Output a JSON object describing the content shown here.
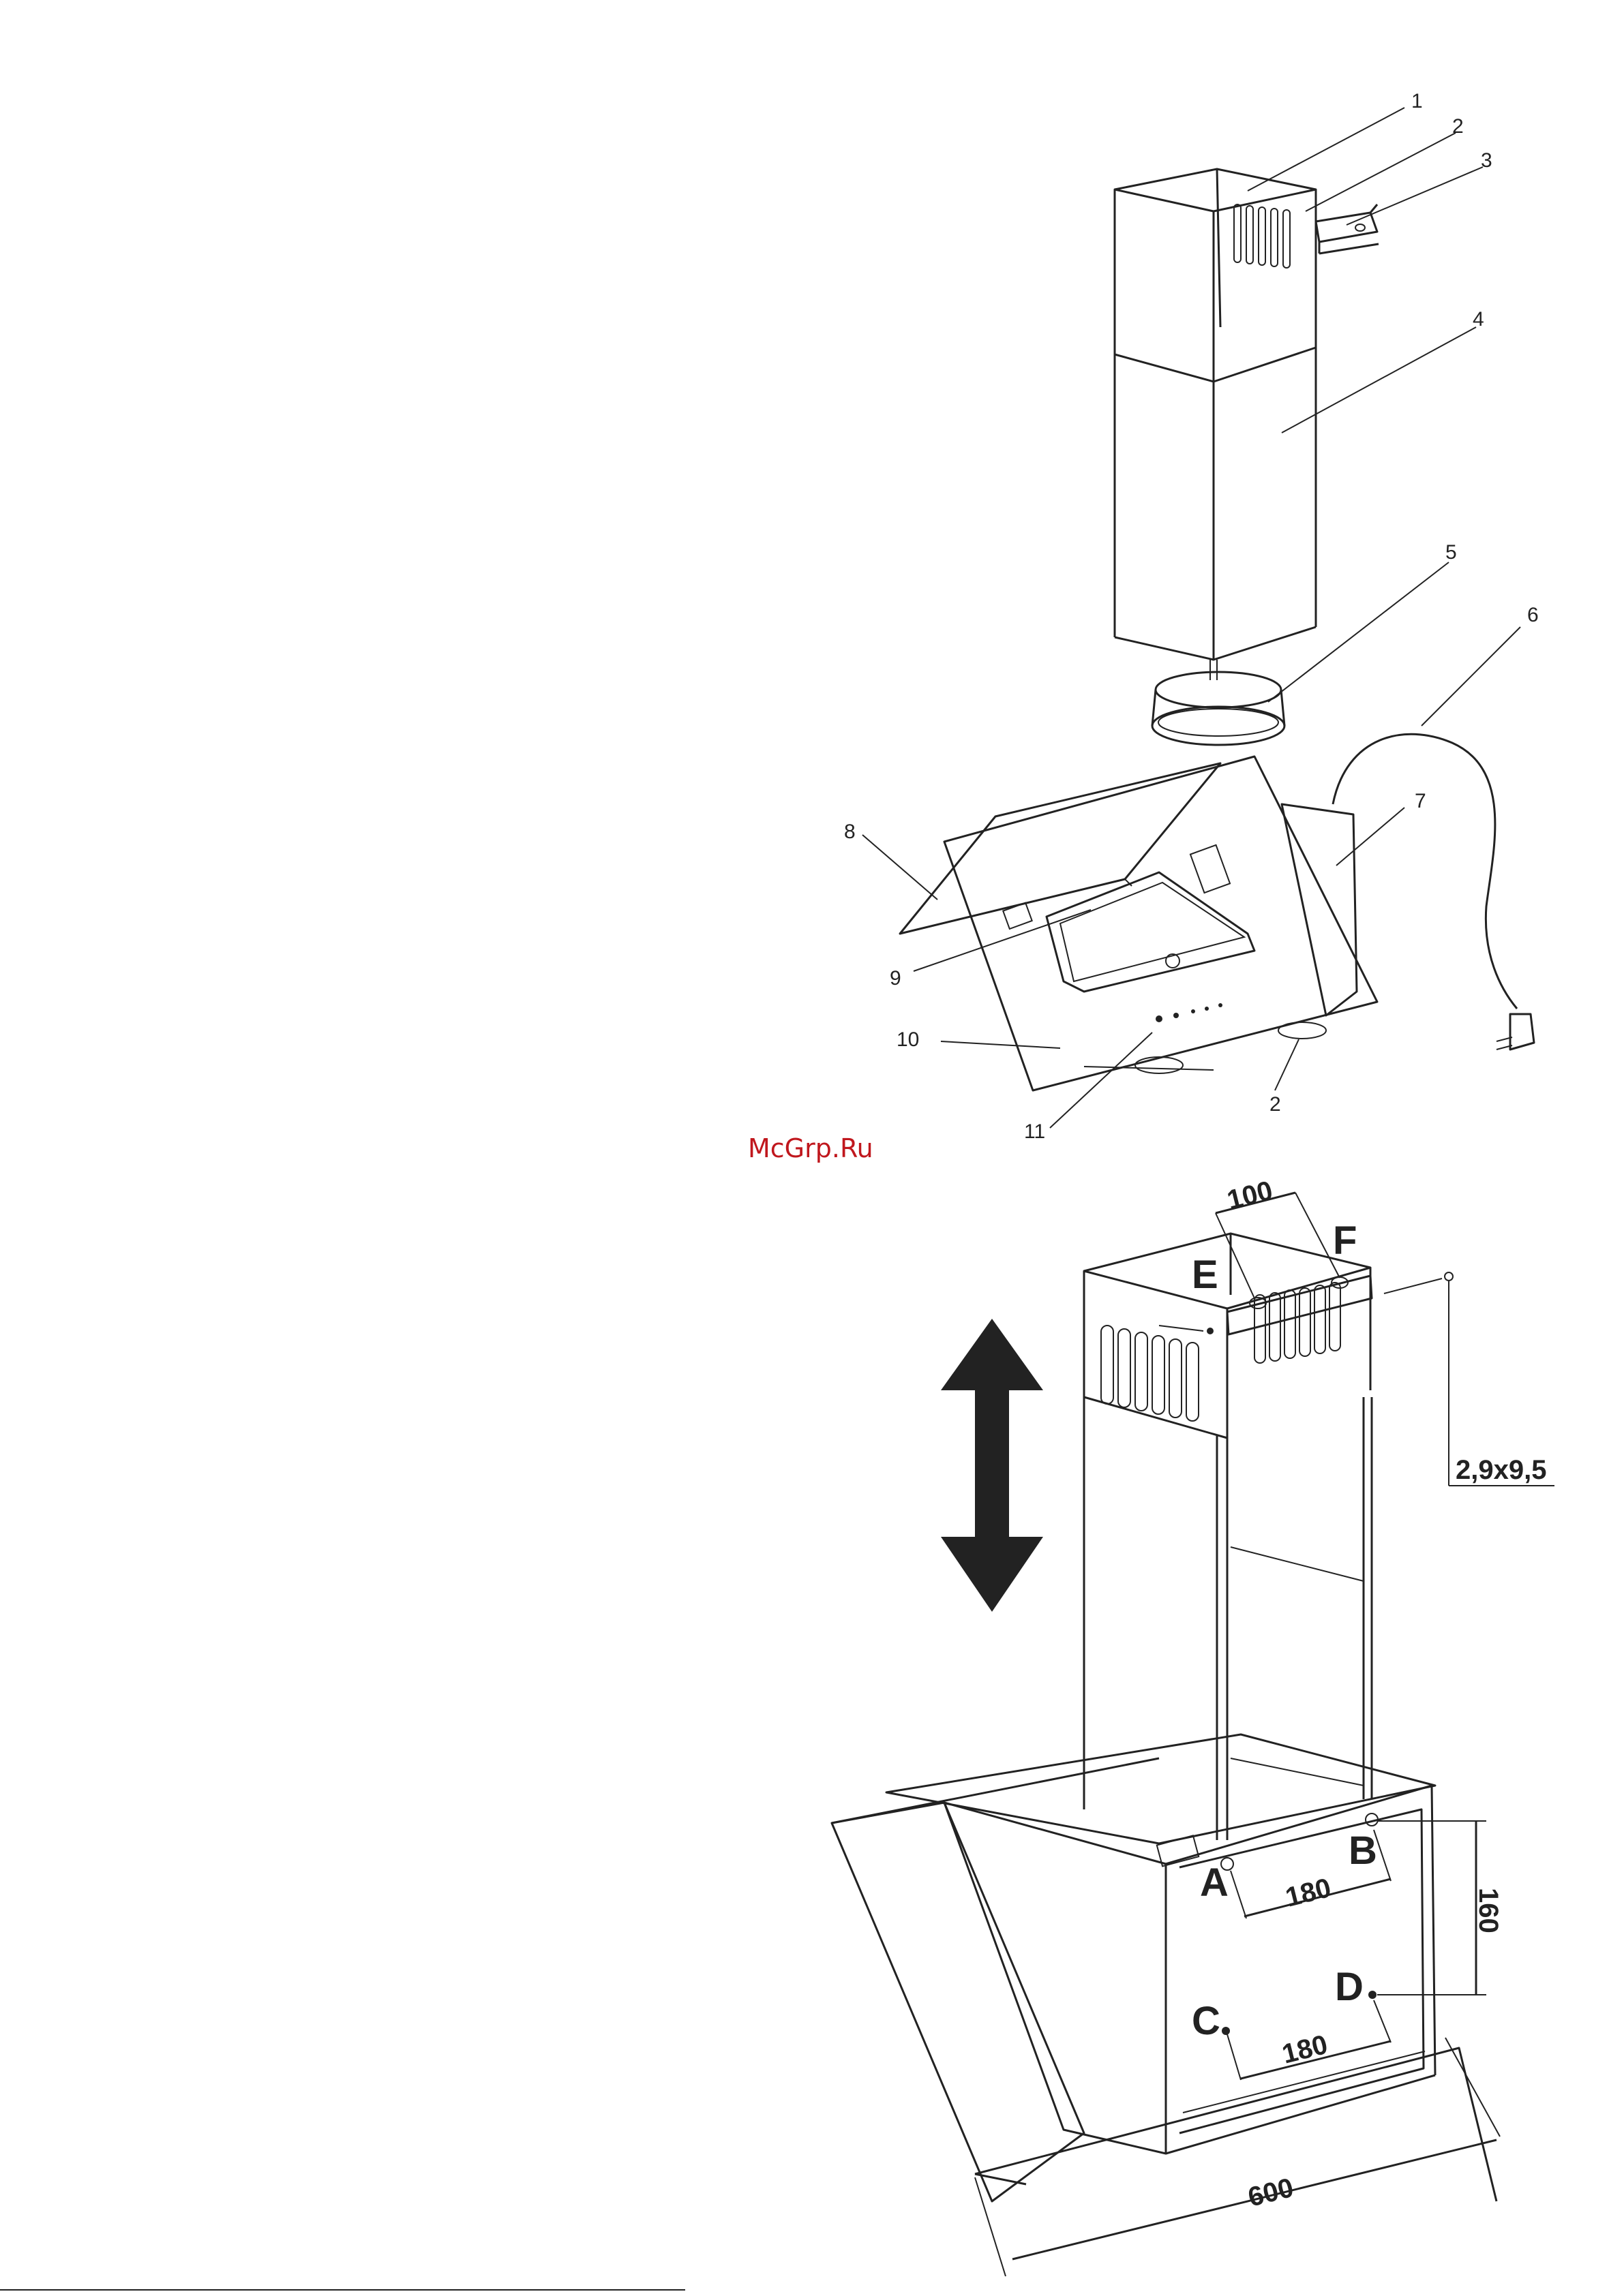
{
  "watermark": "McGrp.Ru",
  "exploded_view": {
    "callouts": [
      "1",
      "2",
      "3",
      "4",
      "5",
      "6",
      "7",
      "8",
      "9",
      "10",
      "11",
      "2"
    ]
  },
  "install_view": {
    "points": [
      "A",
      "B",
      "C",
      "D",
      "E",
      "F"
    ],
    "dimensions": {
      "bracket_spacing": "100",
      "screw_size": "2,9x9,5",
      "ab_spacing": "180",
      "cd_spacing": "180",
      "vertical_spacing": "160",
      "hood_width": "600"
    }
  }
}
